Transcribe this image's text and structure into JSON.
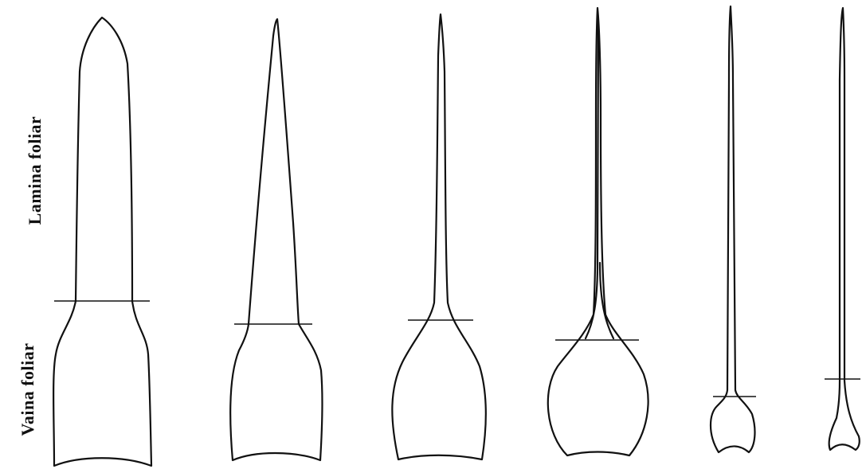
{
  "labels": {
    "lamina": "Lamina foliar",
    "vaina": "Vaina foliar"
  },
  "leaf_count": 6
}
